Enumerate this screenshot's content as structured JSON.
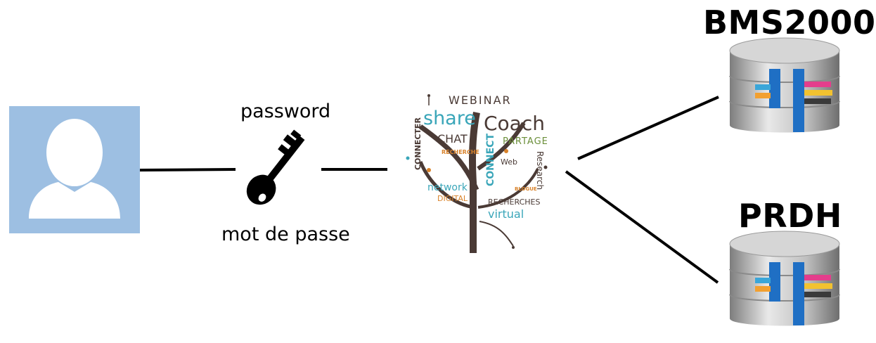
{
  "labels": {
    "password": "password",
    "mot_de_passe": "mot de passe"
  },
  "databases": [
    {
      "name": "BMS2000"
    },
    {
      "name": "PRDH"
    }
  ],
  "word_cloud": {
    "words": {
      "webinar": "WEBINAR",
      "share": "share",
      "coach": "Coach",
      "connecter": "CONNECTER",
      "chat": "CHAT",
      "partage": "PARTAGE",
      "recherche": "RECHERCHE",
      "connect": "CONNECT",
      "web": "Web",
      "research": "Research",
      "network": "network",
      "blogue": "BLOGUE",
      "digital": "DIGITAL",
      "recherches": "RECHERCHES",
      "virtual": "virtual"
    }
  },
  "colors": {
    "user_box": "#9dbfe2",
    "teal": "#3aa6b9",
    "brown": "#4a3a35",
    "orange": "#d9832b",
    "olive": "#6b8f3a"
  },
  "icons": {
    "user": "user-avatar-icon",
    "key": "key-icon",
    "database": "database-icon"
  }
}
